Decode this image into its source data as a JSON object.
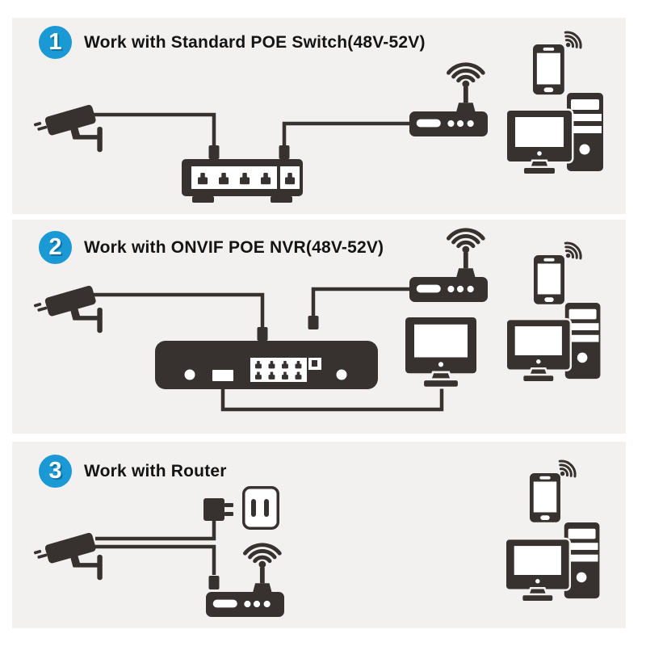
{
  "colors": {
    "page_background": "#ffffff",
    "panel_background": "#f2f1f0",
    "icon_color": "#37322f",
    "badge_blue": "#1b99d4",
    "badge_shadow_blue": "#0e72a6",
    "title_color": "#141414"
  },
  "panels": [
    {
      "badge": "1",
      "title": "Work with Standard POE Switch(48V-52V)",
      "icons": [
        "security-camera",
        "poe-switch",
        "wifi-router",
        "smartphone",
        "wifi-signal",
        "desktop-computer"
      ],
      "connections": [
        "camera cable to POE switch port",
        "POE switch uplink to wifi router"
      ]
    },
    {
      "badge": "2",
      "title": "Work with ONVIF POE NVR(48V-52V)",
      "icons": [
        "security-camera",
        "poe-nvr",
        "wifi-router",
        "display-monitor",
        "smartphone",
        "wifi-signal",
        "desktop-computer"
      ],
      "connections": [
        "camera cable to NVR POE port",
        "NVR uplink to wifi router",
        "NVR video out to monitor"
      ]
    },
    {
      "badge": "3",
      "title": "Work with Router",
      "icons": [
        "security-camera",
        "power-adapter",
        "wall-outlet",
        "wifi-router",
        "smartphone",
        "wifi-signal",
        "desktop-computer"
      ],
      "connections": [
        "camera power cable to power adapter",
        "camera network cable to wifi router"
      ]
    }
  ]
}
